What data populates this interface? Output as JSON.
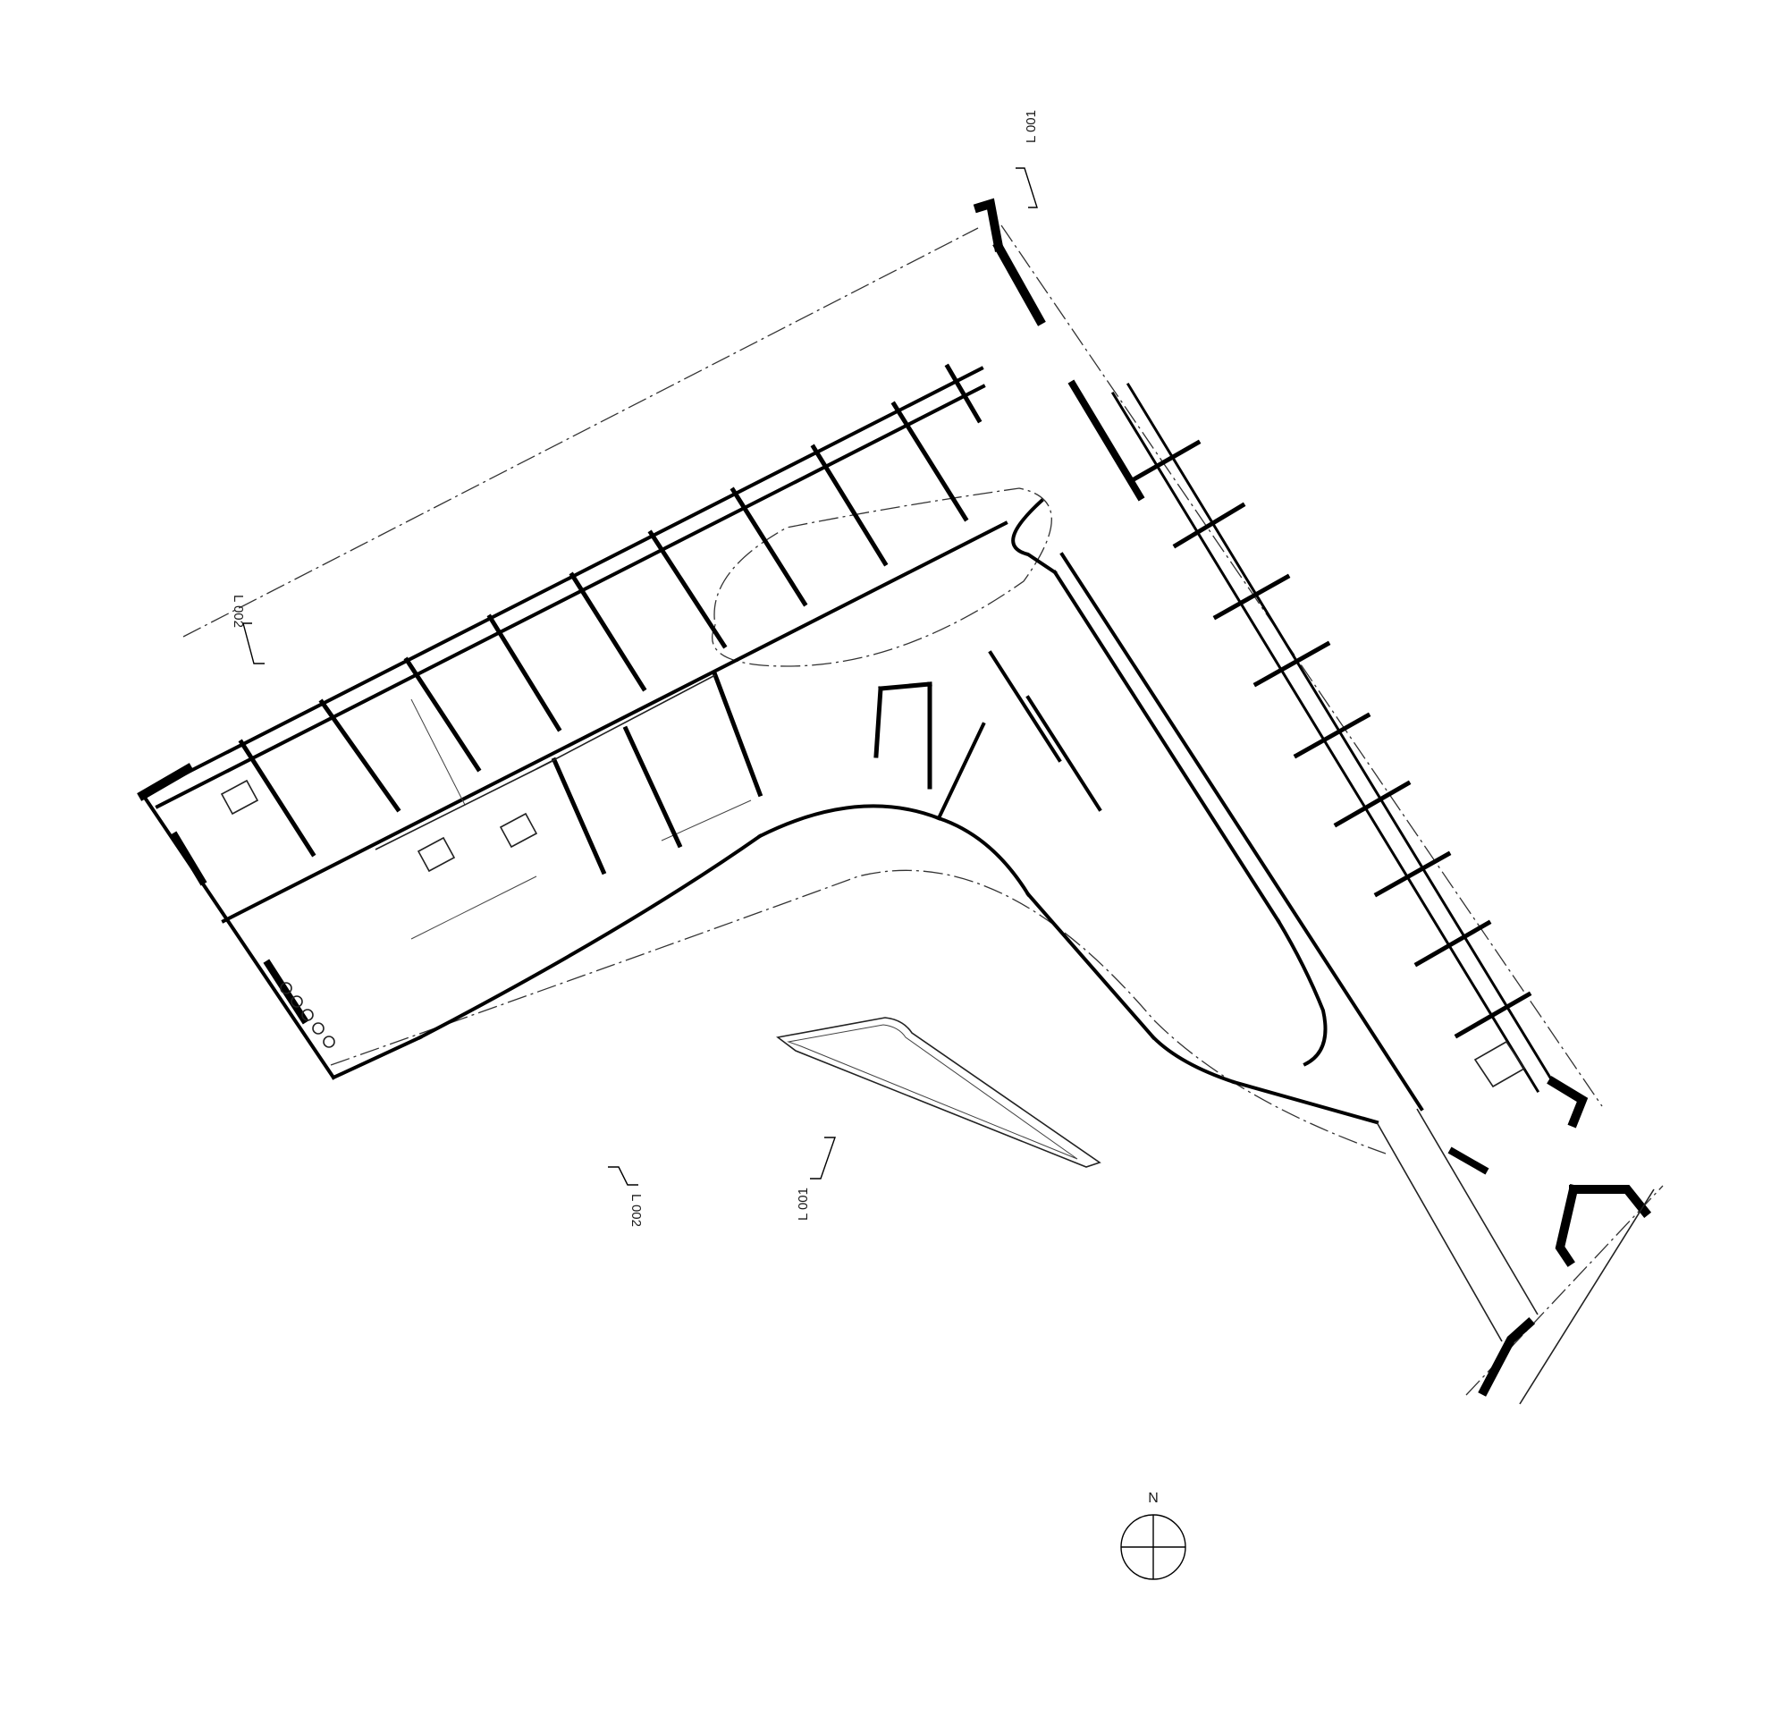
{
  "section_markers": {
    "a_top": "L 001",
    "a_bottom": "L 001",
    "b_left": "L 002",
    "b_bottom": "L 002"
  },
  "north_arrow": {
    "label": "N",
    "icon": "north-arrow-icon"
  }
}
